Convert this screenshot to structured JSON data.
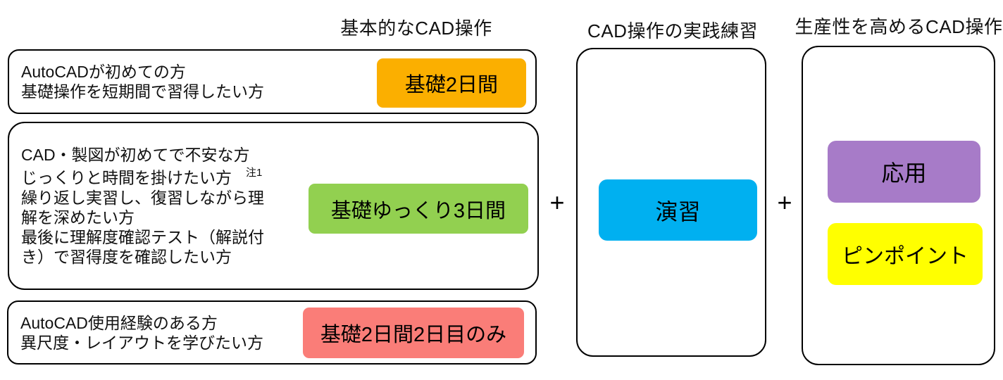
{
  "columns": {
    "basic": {
      "header": "基本的なCAD操作"
    },
    "practice": {
      "header": "CAD操作の実践練習"
    },
    "productivity": {
      "header": "生産性を高めるCAD操作"
    }
  },
  "plus_sign": "+",
  "audience_boxes": [
    {
      "lines": [
        "AutoCADが初めての方",
        "基礎操作を短期間で習得したい方"
      ],
      "badge": {
        "label": "基礎2日間",
        "color": "#FBAF00"
      }
    },
    {
      "lines": [
        "CAD・製図が初めてで不安な方",
        "じっくりと時間を掛けたい方",
        "繰り返し実習し、復習しながら理",
        "解を深めたい方",
        "最後に理解度確認テスト（解説付",
        "き）で習得度を確認したい方"
      ],
      "note_ref": "注1",
      "badge": {
        "label": "基礎ゆっくり3日間",
        "color": "#92D050"
      }
    },
    {
      "lines": [
        "AutoCAD使用経験のある方",
        "異尺度・レイアウトを学びたい方"
      ],
      "badge": {
        "label": "基礎2日間2日目のみ",
        "color": "#FA7D78"
      }
    }
  ],
  "practice_column": {
    "badge": {
      "label": "演習",
      "color": "#00B0F0"
    }
  },
  "productivity_column": {
    "badges": [
      {
        "label": "応用",
        "color": "#A77BC8"
      },
      {
        "label": "ピンポイント",
        "color": "#FFFF00"
      }
    ]
  }
}
